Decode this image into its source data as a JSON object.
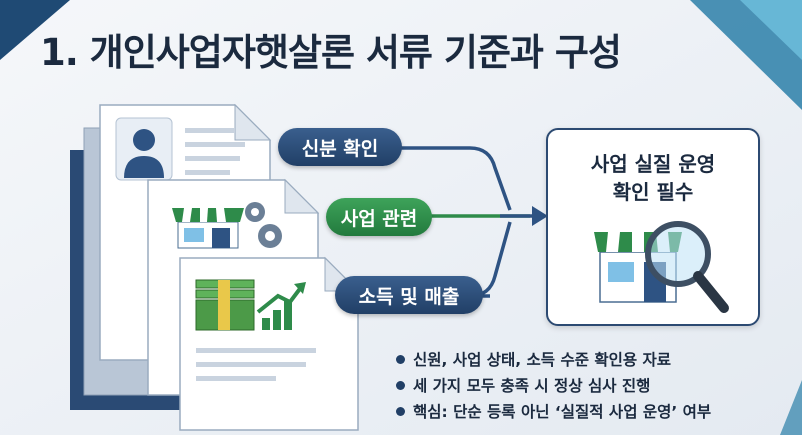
{
  "title": "1. 개인사업자햇살론 서류 기준과 구성",
  "labels": {
    "identity": "신분 확인",
    "business": "사업 관련",
    "income": "소득 및 매출"
  },
  "result_box": {
    "line1": "사업 실질 운영",
    "line2": "확인 필수"
  },
  "bullets": [
    "신원, 사업 상태, 소득 수준 확인용 자료",
    "세 가지 모두 충족 시 정상 심사 진행",
    "핵심: 단순 등록 아닌 ‘실질적 사업 운영’ 여부"
  ],
  "icons": [
    "person-icon",
    "store-icon",
    "gear-icon",
    "cash-icon",
    "growth-chart-icon",
    "magnifier-icon"
  ],
  "colors": {
    "navy": "#213f66",
    "green": "#2e8b4a",
    "title": "#1b2a3f",
    "background": "#eef2f6"
  }
}
